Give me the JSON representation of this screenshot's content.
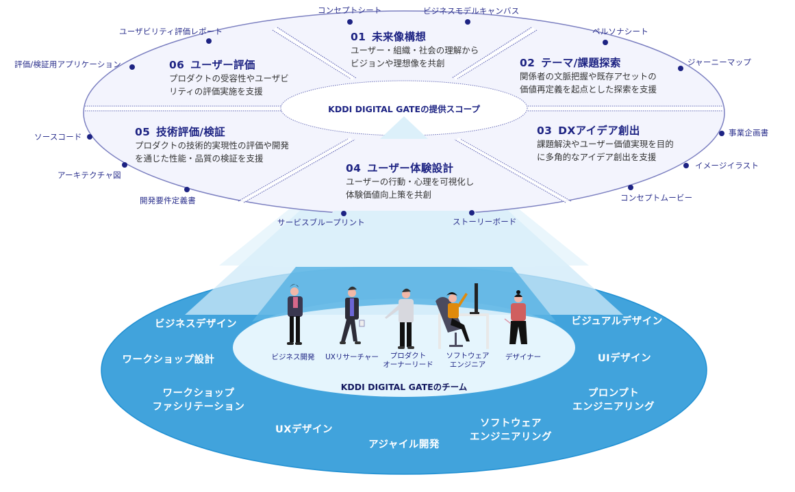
{
  "scope": {
    "center_label": "KDDI DIGITAL GATEの提供スコープ",
    "sectors": [
      {
        "number": "01",
        "title": "未来像構想",
        "desc": [
          "ユーザー・組織・社会の理解から",
          "ビジョンや理想像を共創"
        ]
      },
      {
        "number": "02",
        "title": "テーマ/課題探索",
        "desc": [
          "関係者の文脈把握や既存アセットの",
          "価値再定義を起点とした探索を支援"
        ]
      },
      {
        "number": "03",
        "title": "DXアイデア創出",
        "desc": [
          "課題解決やユーザー価値実現を目的",
          "に多角的なアイデア創出を支援"
        ]
      },
      {
        "number": "04",
        "title": "ユーザー体験設計",
        "desc": [
          "ユーザーの行動・心理を可視化し",
          "体験価値向上策を共創"
        ]
      },
      {
        "number": "05",
        "title": "技術評価/検証",
        "desc": [
          "プロダクトの技術的実現性の評価や開発",
          "を通じた性能・品質の検証を支援"
        ]
      },
      {
        "number": "06",
        "title": "ユーザー評価",
        "desc": [
          "プロダクトの受容性やユーザビ",
          "リティの評価実施を支援"
        ]
      }
    ],
    "artifacts": [
      "コンセプトシート",
      "ビジネスモデルキャンバス",
      "ペルソナシート",
      "ジャーニーマップ",
      "事業企画書",
      "イメージイラスト",
      "コンセプトムービー",
      "ストーリーボード",
      "サービスブループリント",
      "開発要件定義書",
      "アーキテクチャ図",
      "ソースコード",
      "評価/検証用アプリケーション",
      "ユーザビリティ評価レポート"
    ]
  },
  "team": {
    "label": "KDDI DIGITAL GATEのチーム",
    "roles": [
      {
        "label": [
          "ビジネス開発"
        ]
      },
      {
        "label": [
          "UXリサーチャー"
        ]
      },
      {
        "label": [
          "プロダクト",
          "オーナーリード"
        ]
      },
      {
        "label": [
          "ソフトウェア",
          "エンジニア"
        ]
      },
      {
        "label": [
          "デザイナー"
        ]
      }
    ],
    "skills": [
      [
        "ビジネスデザイン"
      ],
      [
        "ワークショップ設計"
      ],
      [
        "ワークショップ",
        "ファシリテーション"
      ],
      [
        "UXデザイン"
      ],
      [
        "アジャイル開発"
      ],
      [
        "ソフトウェア",
        "エンジニアリング"
      ],
      [
        "プロンプト",
        "エンジニアリング"
      ],
      [
        "UIデザイン"
      ],
      [
        "ビジュアルデザイン"
      ]
    ]
  },
  "colors": {
    "navy": "#1d2383",
    "scope_fill": "#f3f4fd",
    "scope_stroke": "#7b7fc0",
    "team_outer": "#41a3dc",
    "team_inner": "#e5f5fd",
    "beam": "#dcf0fa"
  }
}
